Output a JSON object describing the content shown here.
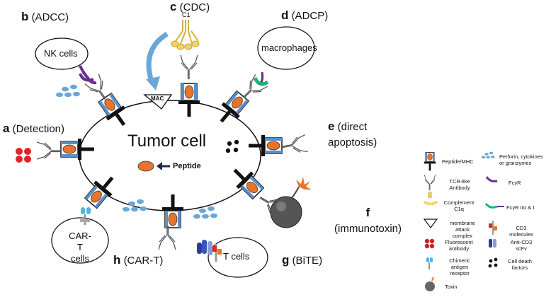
{
  "center": {
    "title": "Tumor cell",
    "peptide": "Peptide"
  },
  "nk": "NK cells",
  "mac_cells": "macrophages",
  "tcells": "T cells",
  "cart_cells": "CAR-T cells",
  "mac_complex": "MAC",
  "c1q": "C1",
  "labels": {
    "b": {
      "letter": "b",
      "text": "(ADCC)"
    },
    "c": {
      "letter": "c",
      "text": "(CDC)"
    },
    "d": {
      "letter": "d",
      "text": "(ADCP)"
    },
    "a": {
      "letter": "a",
      "text": "(Detection)"
    },
    "e": {
      "letter": "e",
      "text": "(direct",
      "text2": "apoptosis)"
    },
    "f": {
      "letter": "f",
      "text": "(immunotoxin)"
    },
    "g": {
      "letter": "g",
      "text": "(BiTE)"
    },
    "h": {
      "letter": "h",
      "text": "(CAR-T)"
    }
  },
  "legend": [
    {
      "icon": "peptide-mhc",
      "text": "Peptide/MHC"
    },
    {
      "icon": "perforin",
      "text": "Perforin, cytokines or granzymes"
    },
    {
      "icon": "tcr-antibody",
      "text": "TCR-like Antibody"
    },
    {
      "icon": "fcgr",
      "text": "FcγR"
    },
    {
      "icon": "c1q",
      "text": "Complement C1q"
    },
    {
      "icon": "fcgr2",
      "text": "FcγR IIα & I"
    },
    {
      "icon": "mac-triangle",
      "text": "membrane attack complex"
    },
    {
      "icon": "cd3",
      "text": "CD3 molecules"
    },
    {
      "icon": "fluor-ab",
      "text": "Fluorescent antibody"
    },
    {
      "icon": "anti-cd3",
      "text": "Anti-CD3 scFv"
    },
    {
      "icon": "car",
      "text": "Chimeric antigen receptor"
    },
    {
      "icon": "death-factors",
      "text": "Cell death factors"
    },
    {
      "icon": "toxin",
      "text": "Toxin"
    }
  ],
  "colors": {
    "orange": "#e8742c",
    "mhc_blue": "#5b8fc7",
    "dots": "#6aa6d6",
    "purple": "#6b2d8f",
    "green": "#1db370",
    "gold": "#d9b13b",
    "red": "#e02424"
  }
}
